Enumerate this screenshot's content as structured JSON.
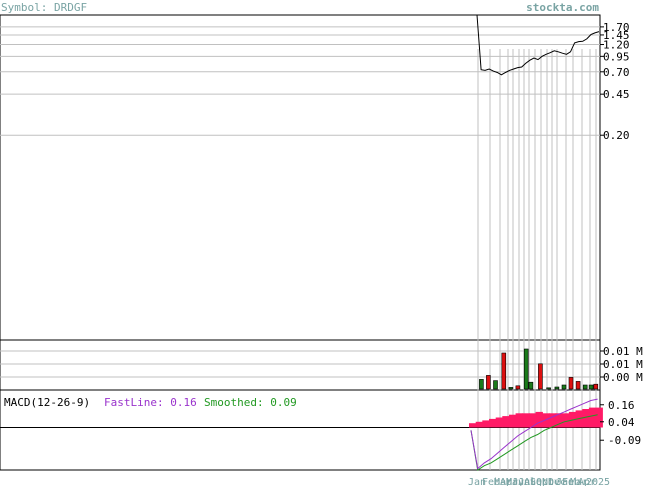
{
  "header": {
    "symbol_label": "Symbol: DRDGF",
    "site_label": "stockta.com"
  },
  "colors": {
    "text_teal": "#7aa4a4",
    "grid": "#c0c0c0",
    "frame": "#000000",
    "price_line": "#000000",
    "vol_up": "#1a7a1a",
    "vol_down": "#dd1111",
    "macd_fast": "#9933cc",
    "macd_slow": "#229922",
    "macd_hist": "#ff1a66",
    "macd_label": "#000000"
  },
  "chart_data": [
    {
      "type": "line",
      "panel": "price",
      "scale": "log",
      "y_ticks": [
        "1.70",
        "1.45",
        "1.20",
        "0.95",
        "0.70",
        "0.45",
        "0.20"
      ],
      "y_tick_values": [
        1.7,
        1.45,
        1.2,
        0.95,
        0.7,
        0.45,
        0.2
      ],
      "ylim": [
        0.0035,
        2.15
      ],
      "x_tick_labels": [
        "Jan",
        "Feb",
        "Mar",
        "Apr",
        "May",
        "Jun",
        "Jul",
        "Aug",
        "Sep",
        "Oct",
        "Nov",
        "Dec",
        "Jan",
        "Feb",
        "Mar",
        "Apr",
        "2025"
      ],
      "series": [
        {
          "values": [
            2.15,
            0.73,
            0.72,
            0.74,
            0.71,
            0.69,
            0.66,
            0.69,
            0.72,
            0.74,
            0.76,
            0.77,
            0.83,
            0.88,
            0.92,
            0.89,
            0.95,
            0.99,
            1.02,
            1.06,
            1.04,
            1.01,
            0.99,
            1.04,
            1.24,
            1.27,
            1.28,
            1.34,
            1.46,
            1.51,
            1.55
          ]
        }
      ]
    },
    {
      "type": "bar",
      "panel": "volume",
      "y_ticks": [
        "0.01 M",
        "0.01 M",
        "0.00 M"
      ],
      "bars": [
        {
          "t": 0.02,
          "value": 0.24,
          "dir": "up"
        },
        {
          "t": 0.08,
          "value": 0.34,
          "dir": "down"
        },
        {
          "t": 0.14,
          "value": 0.21,
          "dir": "up"
        },
        {
          "t": 0.21,
          "value": 0.9,
          "dir": "down"
        },
        {
          "t": 0.27,
          "value": 0.04,
          "dir": "up"
        },
        {
          "t": 0.33,
          "value": 0.08,
          "dir": "down"
        },
        {
          "t": 0.4,
          "value": 1.0,
          "dir": "up"
        },
        {
          "t": 0.44,
          "value": 0.17,
          "dir": "up"
        },
        {
          "t": 0.52,
          "value": 0.63,
          "dir": "down"
        },
        {
          "t": 0.59,
          "value": 0.03,
          "dir": "up"
        },
        {
          "t": 0.66,
          "value": 0.05,
          "dir": "up"
        },
        {
          "t": 0.72,
          "value": 0.1,
          "dir": "up"
        },
        {
          "t": 0.78,
          "value": 0.29,
          "dir": "down"
        },
        {
          "t": 0.84,
          "value": 0.19,
          "dir": "down"
        },
        {
          "t": 0.9,
          "value": 0.1,
          "dir": "up"
        },
        {
          "t": 0.95,
          "value": 0.1,
          "dir": "up"
        },
        {
          "t": 0.99,
          "value": 0.12,
          "dir": "down"
        }
      ]
    },
    {
      "type": "line",
      "panel": "macd",
      "title": "MACD(12-26-9)",
      "fast_label": "FastLine: 0.16",
      "smoothed_label": "Smoothed: 0.09",
      "y_ticks": [
        "0.16",
        "0.04",
        "-0.09"
      ],
      "y_tick_values": [
        0.16,
        0.04,
        -0.09
      ],
      "ylim": [
        -0.3,
        0.25
      ],
      "series": [
        {
          "name": "FastLine",
          "values": [
            -0.02,
            -0.29,
            -0.25,
            -0.22,
            -0.18,
            -0.14,
            -0.1,
            -0.06,
            -0.03,
            0.0,
            0.03,
            0.05,
            0.07,
            0.09,
            0.11,
            0.13,
            0.15,
            0.17,
            0.19,
            0.2
          ]
        },
        {
          "name": "Smoothed",
          "values": [
            -0.02,
            -0.3,
            -0.27,
            -0.25,
            -0.22,
            -0.19,
            -0.16,
            -0.13,
            -0.1,
            -0.07,
            -0.05,
            -0.02,
            0.0,
            0.02,
            0.04,
            0.05,
            0.06,
            0.07,
            0.08,
            0.09
          ]
        },
        {
          "name": "Histogram",
          "values": [
            0.0,
            0.01,
            0.02,
            0.03,
            0.04,
            0.05,
            0.06,
            0.07,
            0.07,
            0.07,
            0.08,
            0.07,
            0.07,
            0.07,
            0.07,
            0.08,
            0.09,
            0.1,
            0.11,
            0.11
          ]
        }
      ]
    }
  ]
}
